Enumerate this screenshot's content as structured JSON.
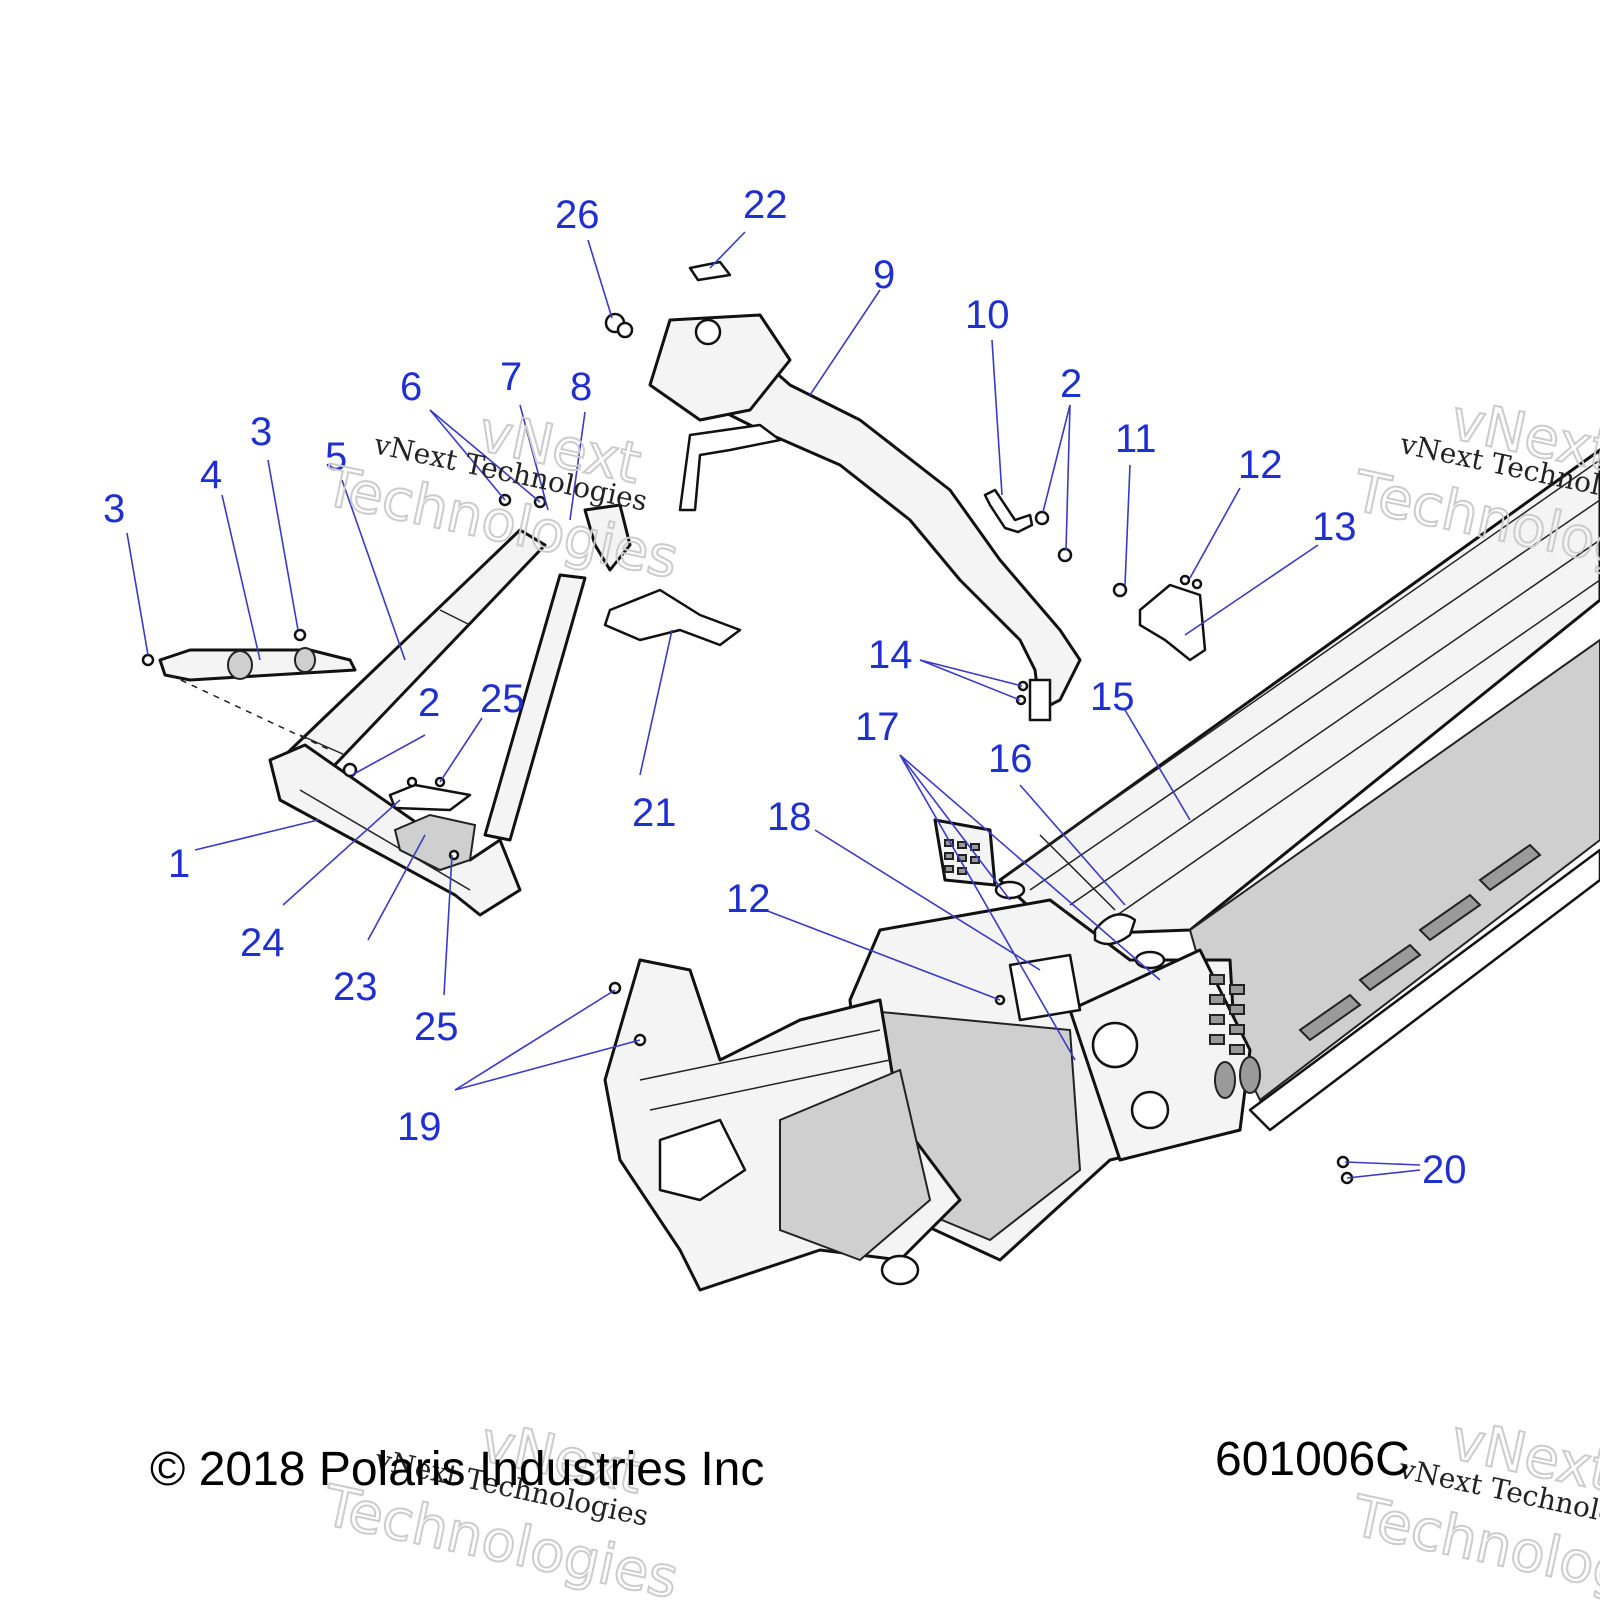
{
  "callouts": [
    {
      "label": "1"
    },
    {
      "label": "2"
    },
    {
      "label": "2"
    },
    {
      "label": "3"
    },
    {
      "label": "3"
    },
    {
      "label": "4"
    },
    {
      "label": "5"
    },
    {
      "label": "6"
    },
    {
      "label": "7"
    },
    {
      "label": "8"
    },
    {
      "label": "9"
    },
    {
      "label": "10"
    },
    {
      "label": "11"
    },
    {
      "label": "12"
    },
    {
      "label": "12"
    },
    {
      "label": "13"
    },
    {
      "label": "14"
    },
    {
      "label": "15"
    },
    {
      "label": "16"
    },
    {
      "label": "17"
    },
    {
      "label": "18"
    },
    {
      "label": "19"
    },
    {
      "label": "20"
    },
    {
      "label": "21"
    },
    {
      "label": "22"
    },
    {
      "label": "23"
    },
    {
      "label": "24"
    },
    {
      "label": "25"
    },
    {
      "label": "25"
    },
    {
      "label": "26"
    }
  ],
  "footer": {
    "copyright": "© 2018 Polaris Industries Inc",
    "diagram_number": "601006C"
  },
  "watermark": {
    "company": "vNext Technologies",
    "word_top": "vNext",
    "word_bottom": "Technologies"
  },
  "colors": {
    "callout": "#1f2fd0",
    "leader": "#3a3ac8",
    "outline": "#111111"
  }
}
